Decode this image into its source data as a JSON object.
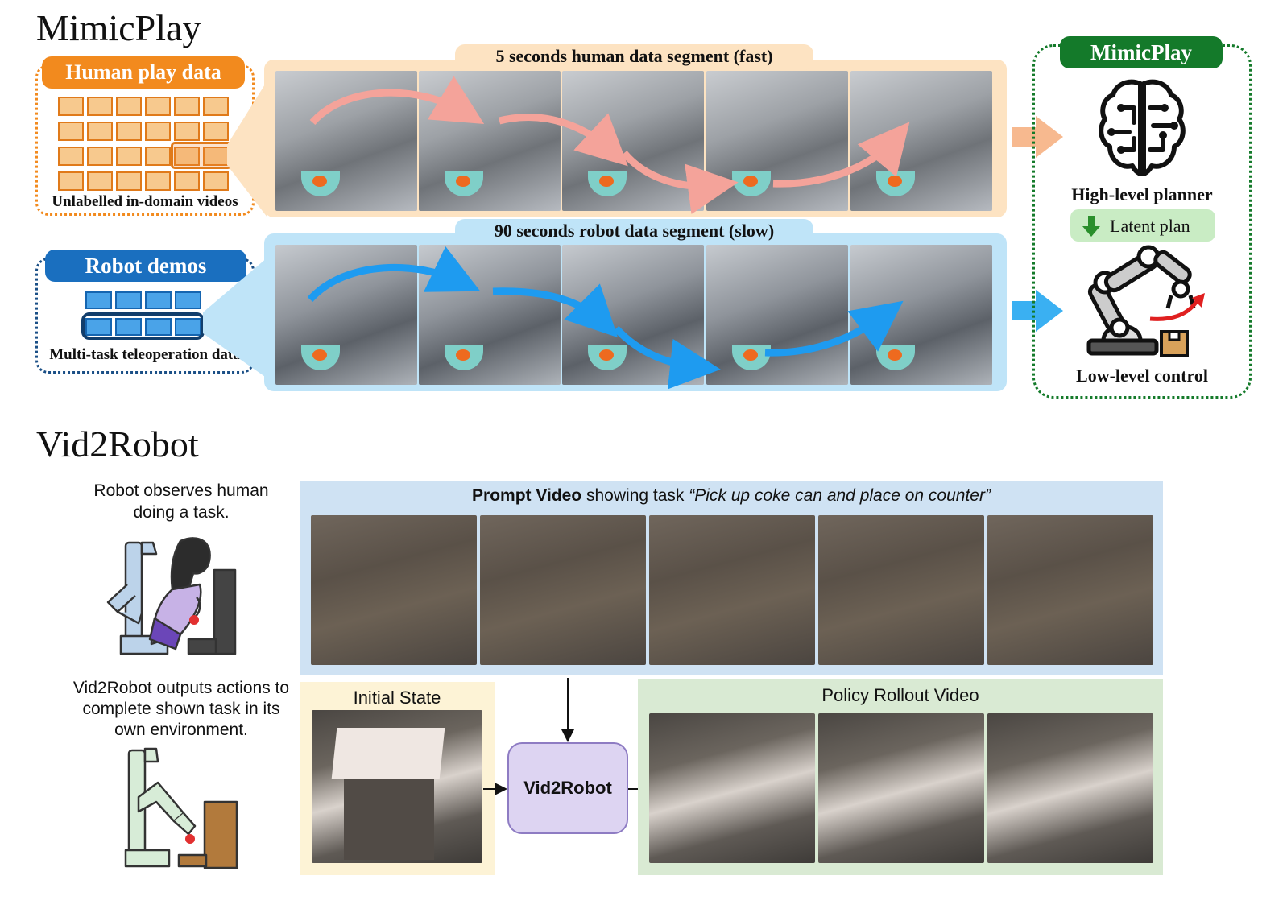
{
  "sections": {
    "top_title": "MimicPlay",
    "bottom_title": "Vid2Robot"
  },
  "mimicplay": {
    "human_box": {
      "header": "Human play data",
      "caption": "Unlabelled in-domain videos"
    },
    "robot_box": {
      "header": "Robot demos",
      "caption": "Multi-task teleoperation data"
    },
    "human_strip_label": "5 seconds human data segment (fast)",
    "robot_strip_label": "90 seconds robot data segment (slow)",
    "planner_panel": {
      "header": "MimicPlay",
      "high_level": "High-level planner",
      "latent_plan": "Latent plan",
      "low_level": "Low-level control"
    },
    "colors": {
      "orange": "#f28a1e",
      "peach": "#fde3c2",
      "blue": "#1a6fbf",
      "light_blue": "#bfe4f8",
      "green": "#147a2a",
      "light_green": "#c9ecc4",
      "human_arrow": "#f4a39a",
      "robot_arrow": "#1e9bf0"
    },
    "icons": [
      "brain-icon",
      "down-arrow-icon",
      "robot-arm-icon",
      "box-icon"
    ]
  },
  "vid2robot": {
    "observe_text": "Robot observes human doing a task.",
    "output_text": "Vid2Robot outputs actions to complete shown task in its own environment.",
    "prompt_bold": "Prompt Video",
    "prompt_rest": " showing task ",
    "prompt_task": "“Pick up coke can and place on counter”",
    "initial_state": "Initial State",
    "model_name": "Vid2Robot",
    "rollout": "Policy Rollout Video",
    "colors": {
      "prompt_bg": "#cfe2f3",
      "initial_bg": "#fdf3d6",
      "rollout_bg": "#d9ead3",
      "model_bg": "#ddd4f2",
      "model_border": "#8e7cc3"
    }
  }
}
